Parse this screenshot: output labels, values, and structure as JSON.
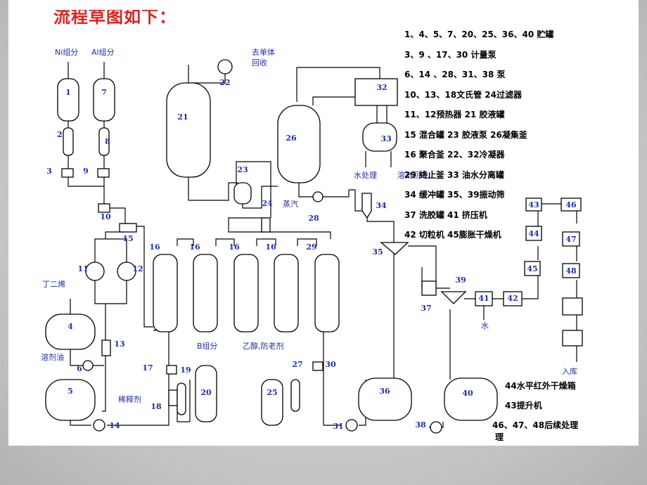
{
  "title": "流程草图如下：",
  "legend": [
    "1、4、5、7、20、25、36、40 贮罐",
    "3、9 、17、30 计量泵",
    "6、14 、28、31、38 泵",
    "10、13、18文氏管  24过滤器",
    "11、12预热器       21 胶液罐",
    "15  混合罐  23 胶液泵  26凝集釜",
    "16  聚合釜    22、32冷凝器",
    "29  终止釜   33 油水分离罐",
    "34  缓冲罐    35、39振动筛",
    "37 洗胶罐   41 挤压机",
    "42 切粒机  45膨胀干燥机"
  ],
  "notes": [
    "44水平红外干燥箱",
    "43提升机",
    "46、47、48后续处理",
    "理"
  ],
  "labels": {
    "ni": "Ni组分",
    "al": "Al组分",
    "recycle": "去单体",
    "recycle2": "回收",
    "butadiene": "丁二烯",
    "solvent": "溶剂油",
    "diluent": "稀释剂",
    "b_comp": "B组分",
    "ethanol": "乙醇,防老剂",
    "steam": "蒸汽",
    "water_treat": "水处理",
    "solvent_recycle": "溶剂回收",
    "water": "水",
    "storage": "入库"
  },
  "nums": {
    "n1": "1",
    "n2": "2",
    "n3": "3",
    "n4": "4",
    "n5": "5",
    "n6": "6",
    "n7": "7",
    "n8": "8",
    "n9": "9",
    "n10": "10",
    "n11": "11",
    "n12": "12",
    "n13": "13",
    "n14": "14",
    "n15": "15",
    "n16a": "16",
    "n16b": "16",
    "n16c": "16",
    "n16d": "16",
    "n17": "17",
    "n18": "18",
    "n19": "19",
    "n20": "20",
    "n21": "21",
    "n22": "22",
    "n23": "23",
    "n24": "24",
    "n25": "25",
    "n26": "26",
    "n27": "27",
    "n28": "28",
    "n29": "29",
    "n30": "30",
    "n31": "31",
    "n32": "32",
    "n33": "33",
    "n34": "34",
    "n35": "35",
    "n36": "36",
    "n37": "37",
    "n38": "38",
    "n39": "39",
    "n40": "40",
    "n41": "41",
    "n42": "42",
    "n43": "43",
    "n44": "44",
    "n45": "45",
    "n46": "46",
    "n47": "47",
    "n48": "48"
  }
}
